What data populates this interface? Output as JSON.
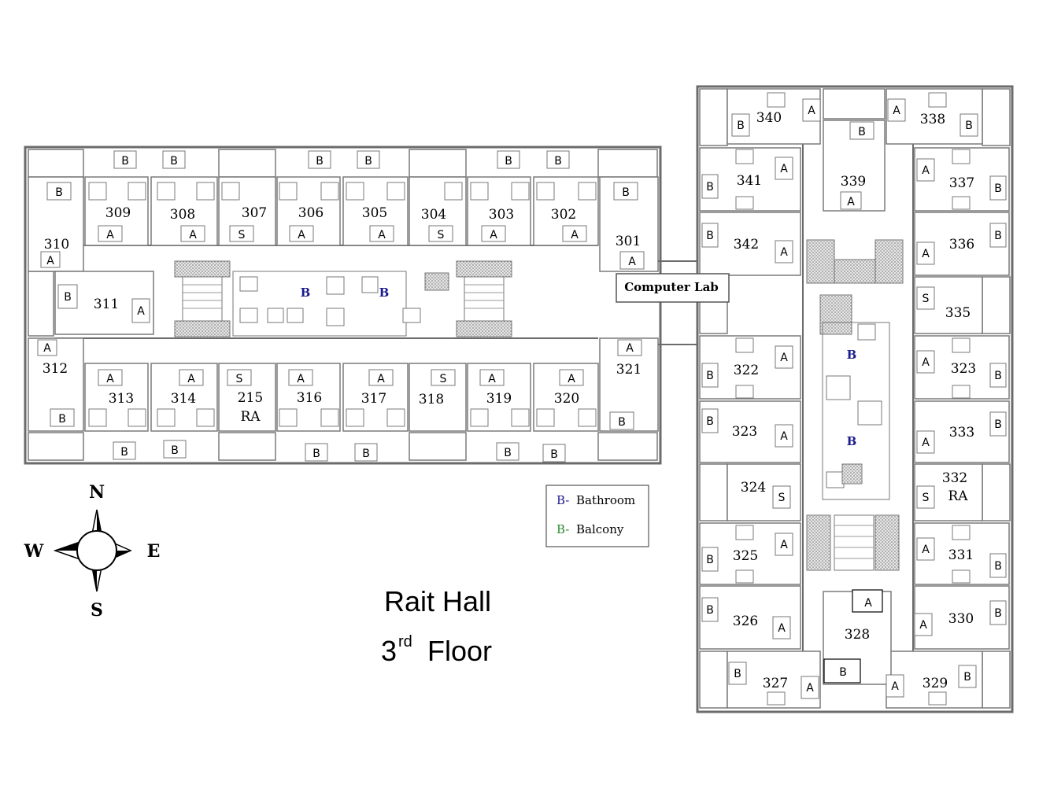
{
  "title": "Rait Hall",
  "floor": {
    "number": "3",
    "suffix": "rd",
    "word": "Floor"
  },
  "compass": {
    "north": "N",
    "south": "S",
    "east": "E",
    "west": "W"
  },
  "legend": {
    "bathroom_key": "B-",
    "bathroom_label": "Bathroom",
    "bathroom_color": "#1a1a8c",
    "balcony_key": "B-",
    "balcony_label": "Balcony",
    "balcony_color": "#2a8a2a"
  },
  "computer_lab": "Computer Lab",
  "shared_bath_mark": "B",
  "rooms": {
    "r301": "301",
    "r302": "302",
    "r303": "303",
    "r304": "304",
    "r305": "305",
    "r306": "306",
    "r307": "307",
    "r308": "308",
    "r309": "309",
    "r310": "310",
    "r311": "311",
    "r312": "312",
    "r313": "313",
    "r314": "314",
    "r215": "215",
    "r215ra": "RA",
    "r316": "316",
    "r317": "317",
    "r318": "318",
    "r319": "319",
    "r320": "320",
    "r321": "321",
    "r322": "322",
    "r323a": "323",
    "r323b": "323",
    "r324": "324",
    "r325": "325",
    "r326": "326",
    "r327": "327",
    "r328": "328",
    "r329": "329",
    "r330": "330",
    "r331": "331",
    "r332": "332",
    "r332ra": "RA",
    "r333": "333",
    "r335": "335",
    "r336": "336",
    "r337": "337",
    "r338": "338",
    "r339": "339",
    "r340": "340",
    "r341": "341",
    "r342": "342"
  },
  "marks": {
    "a": "A",
    "b": "B",
    "s": "S"
  }
}
